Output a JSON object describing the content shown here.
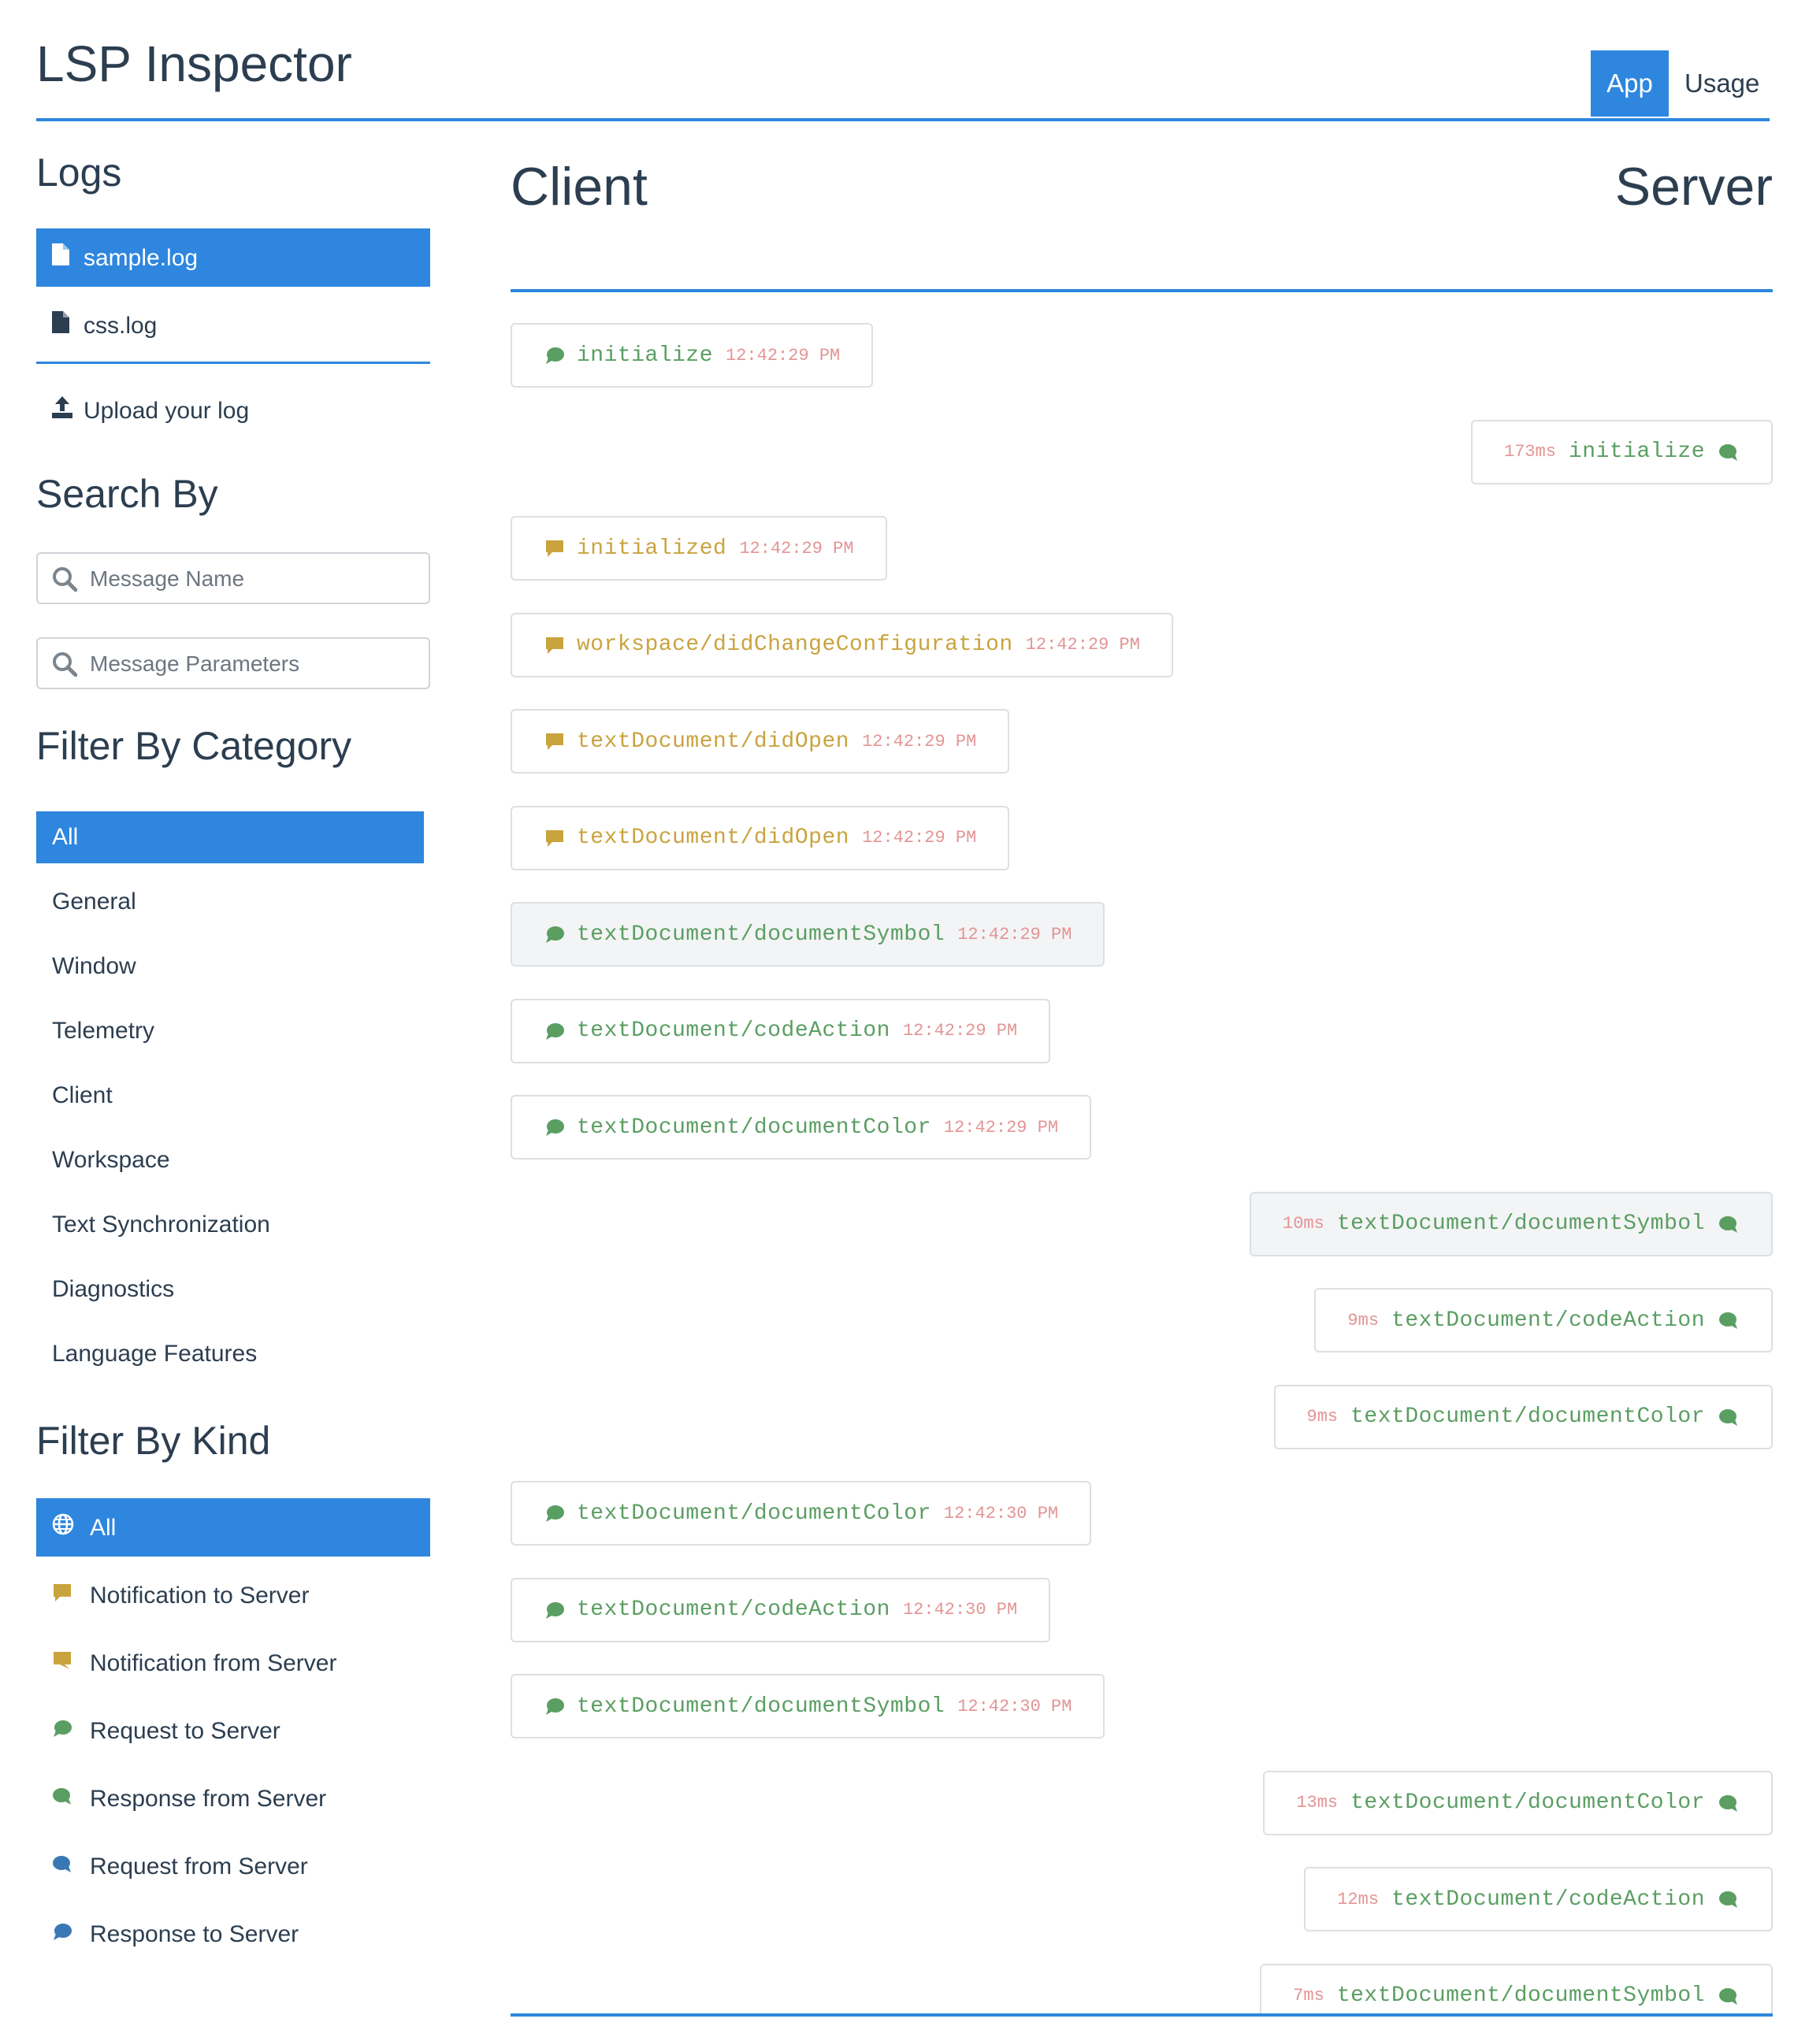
{
  "header": {
    "title": "LSP Inspector",
    "tabs": [
      {
        "label": "App",
        "active": true
      },
      {
        "label": "Usage",
        "active": false
      }
    ]
  },
  "colors": {
    "accent": "#2e86de",
    "request_green": "#5a9e62",
    "notification_gold": "#c9a33e",
    "server_request_blue": "#3a78b5",
    "time_pink": "#e39494"
  },
  "sidebar": {
    "logs_title": "Logs",
    "logs": [
      {
        "name": "sample.log",
        "icon": "file-icon",
        "active": true
      },
      {
        "name": "css.log",
        "icon": "file-icon",
        "active": false
      }
    ],
    "upload_label": "Upload your log",
    "search_title": "Search By",
    "search_name_placeholder": "Message Name",
    "search_params_placeholder": "Message Parameters",
    "category_title": "Filter By Category",
    "categories": [
      "All",
      "General",
      "Window",
      "Telemetry",
      "Client",
      "Workspace",
      "Text Synchronization",
      "Diagnostics",
      "Language Features"
    ],
    "kind_title": "Filter By Kind",
    "kinds": [
      {
        "label": "All",
        "icon": "globe-icon"
      },
      {
        "label": "Notification to Server",
        "icon": "notification-icon"
      },
      {
        "label": "Notification from Server",
        "icon": "notification-icon"
      },
      {
        "label": "Request to Server",
        "icon": "comment-icon"
      },
      {
        "label": "Response from Server",
        "icon": "comment-icon"
      },
      {
        "label": "Request from Server",
        "icon": "comment-icon"
      },
      {
        "label": "Response to Server",
        "icon": "comment-icon"
      }
    ]
  },
  "main": {
    "client_label": "Client",
    "server_label": "Server",
    "messages": [
      {
        "side": "client",
        "name": "initialize",
        "time": "12:42:29 PM",
        "kind": "request"
      },
      {
        "side": "server",
        "name": "initialize",
        "duration": "173ms",
        "kind": "response"
      },
      {
        "side": "client",
        "name": "initialized",
        "time": "12:42:29 PM",
        "kind": "notification"
      },
      {
        "side": "client",
        "name": "workspace/didChangeConfiguration",
        "time": "12:42:29 PM",
        "kind": "notification"
      },
      {
        "side": "client",
        "name": "textDocument/didOpen",
        "time": "12:42:29 PM",
        "kind": "notification"
      },
      {
        "side": "client",
        "name": "textDocument/didOpen",
        "time": "12:42:29 PM",
        "kind": "notification"
      },
      {
        "side": "client",
        "name": "textDocument/documentSymbol",
        "time": "12:42:29 PM",
        "kind": "request",
        "highlighted": true
      },
      {
        "side": "client",
        "name": "textDocument/codeAction",
        "time": "12:42:29 PM",
        "kind": "request"
      },
      {
        "side": "client",
        "name": "textDocument/documentColor",
        "time": "12:42:29 PM",
        "kind": "request"
      },
      {
        "side": "server",
        "name": "textDocument/documentSymbol",
        "duration": "10ms",
        "kind": "response",
        "highlighted": true
      },
      {
        "side": "server",
        "name": "textDocument/codeAction",
        "duration": "9ms",
        "kind": "response"
      },
      {
        "side": "server",
        "name": "textDocument/documentColor",
        "duration": "9ms",
        "kind": "response"
      },
      {
        "side": "client",
        "name": "textDocument/documentColor",
        "time": "12:42:30 PM",
        "kind": "request"
      },
      {
        "side": "client",
        "name": "textDocument/codeAction",
        "time": "12:42:30 PM",
        "kind": "request"
      },
      {
        "side": "client",
        "name": "textDocument/documentSymbol",
        "time": "12:42:30 PM",
        "kind": "request"
      },
      {
        "side": "server",
        "name": "textDocument/documentColor",
        "duration": "13ms",
        "kind": "response"
      },
      {
        "side": "server",
        "name": "textDocument/codeAction",
        "duration": "12ms",
        "kind": "response"
      },
      {
        "side": "server",
        "name": "textDocument/documentSymbol",
        "duration": "7ms",
        "kind": "response"
      }
    ]
  }
}
